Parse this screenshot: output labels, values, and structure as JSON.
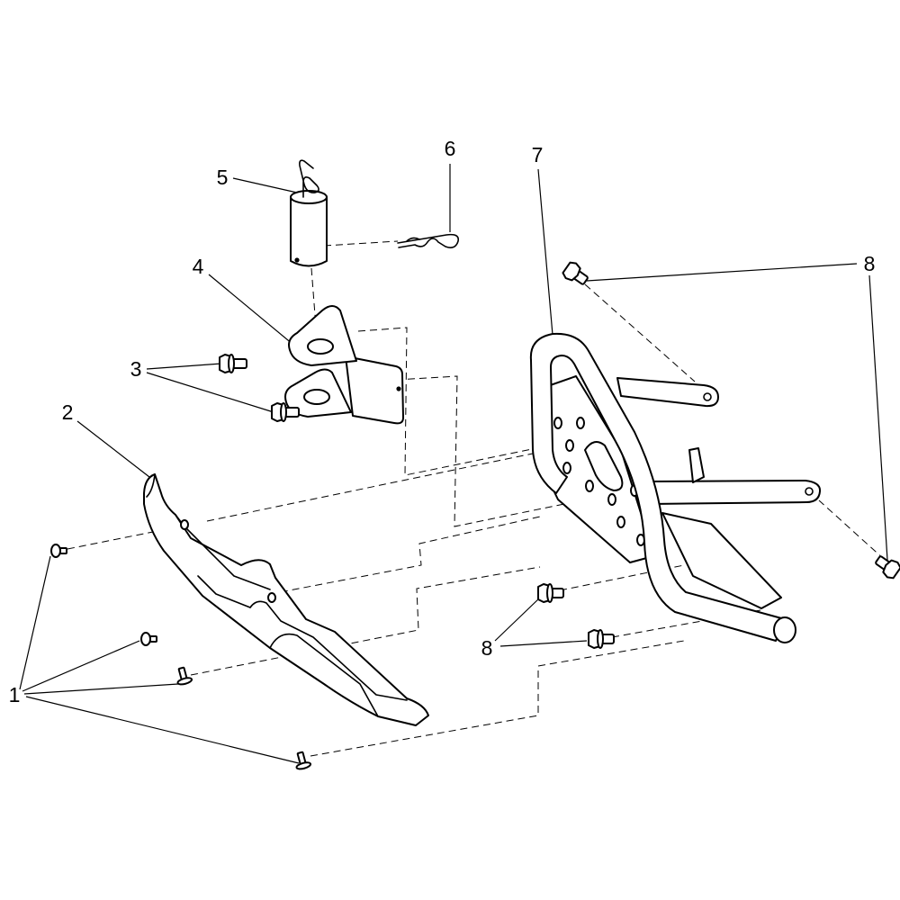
{
  "diagram": {
    "callouts": [
      {
        "label": "1"
      },
      {
        "label": "2"
      },
      {
        "label": "3"
      },
      {
        "label": "4"
      },
      {
        "label": "5"
      },
      {
        "label": "6"
      },
      {
        "label": "7"
      },
      {
        "label": "8"
      },
      {
        "label": "8"
      }
    ]
  }
}
